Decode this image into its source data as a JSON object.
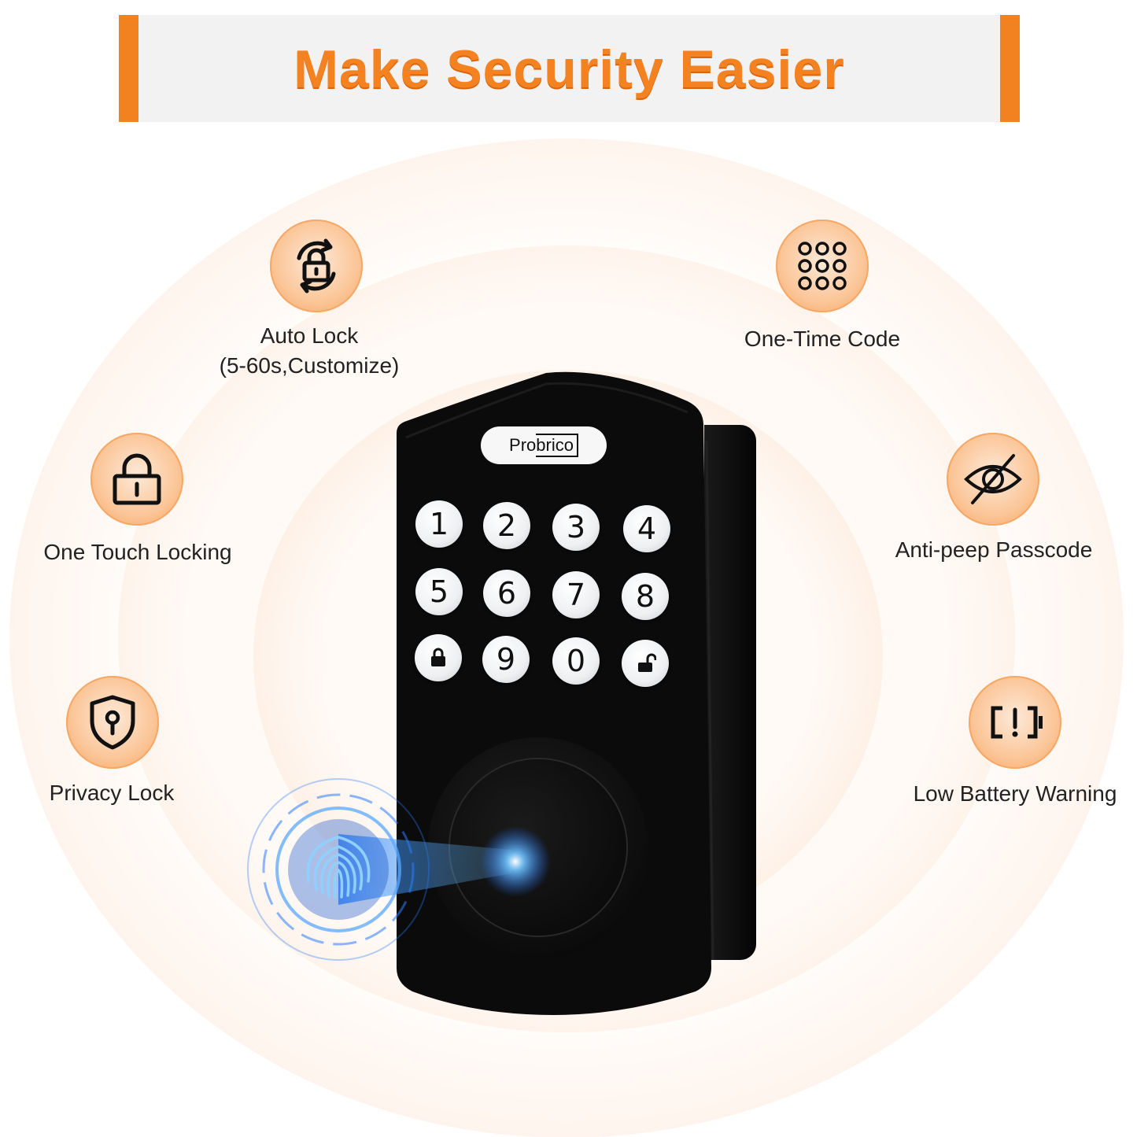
{
  "banner": {
    "title": "Make Security Easier"
  },
  "features": {
    "auto_lock": {
      "line1": "Auto Lock",
      "line2": "(5-60s,Customize)",
      "icon": "auto-lock-icon"
    },
    "one_time_code": {
      "label": "One-Time Code",
      "icon": "keypad-icon"
    },
    "one_touch_locking": {
      "label": "One Touch Locking",
      "icon": "padlock-icon"
    },
    "anti_peep": {
      "label": "Anti-peep Passcode",
      "icon": "eye-slash-icon"
    },
    "privacy_lock": {
      "label": "Privacy Lock",
      "icon": "shield-keyhole-icon"
    },
    "low_battery": {
      "label": "Low Battery Warning",
      "icon": "battery-warning-icon"
    }
  },
  "device": {
    "brand": {
      "part1": "Pro",
      "part2": "brico"
    },
    "keys": [
      "1",
      "2",
      "3",
      "4",
      "5",
      "6",
      "7",
      "8",
      "9",
      "0"
    ]
  },
  "colors": {
    "accent": "#f58220",
    "banner_bg": "#f2f2f2",
    "lock_body": "#0b0b0b",
    "fingerprint": "#2f8cff"
  }
}
